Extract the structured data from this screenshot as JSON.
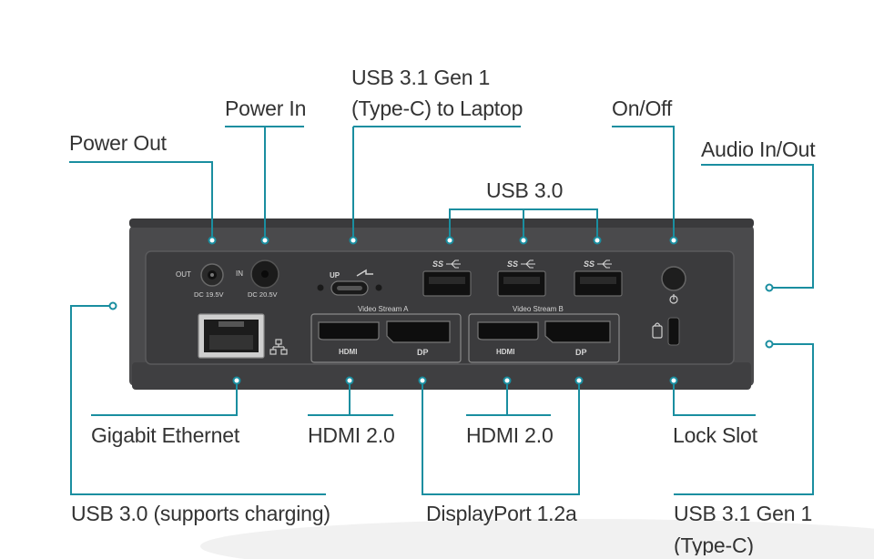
{
  "colors": {
    "leader_line": "#1a8ea0",
    "device_body": "#4a4a4c",
    "device_face": "#3b3b3d",
    "port_black": "#111111",
    "label_text": "#333333"
  },
  "callouts": {
    "power_out": "Power Out",
    "power_in": "Power In",
    "usb31_line1": "USB 3.1 Gen 1",
    "usb31_line2": "(Type-C) to Laptop",
    "on_off": "On/Off",
    "audio": "Audio In/Out",
    "usb30_top": "USB 3.0",
    "gigabit": "Gigabit Ethernet",
    "hdmi_a": "HDMI 2.0",
    "hdmi_b": "HDMI 2.0",
    "lock_slot": "Lock Slot",
    "usb30_charging": "USB 3.0 (supports charging)",
    "displayport": "DisplayPort 1.2a",
    "usb31_c": "USB 3.1 Gen 1",
    "usb31_c_cut": "(Type-C)"
  },
  "panel": {
    "out": "OUT",
    "in": "IN",
    "dc_out": "DC 19.5V",
    "dc_in": "DC 20.5V",
    "up": "UP",
    "ss_logo": "SS",
    "video_a": "Video Stream A",
    "video_b": "Video Stream B",
    "hdmi": "HDMI",
    "dp": "DP"
  }
}
